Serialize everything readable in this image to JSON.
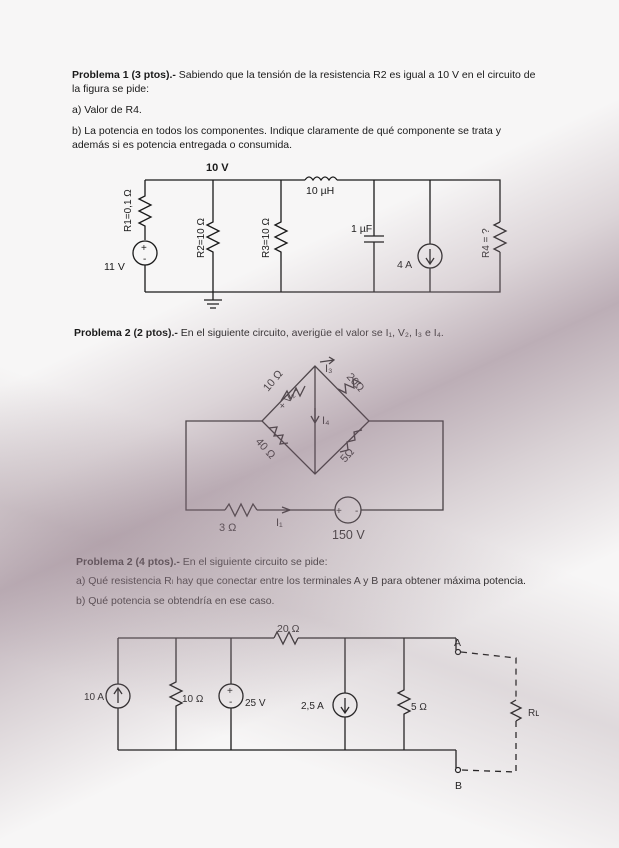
{
  "p1": {
    "title": "Problema 1 (3 ptos).-",
    "statement_1": " Sabiendo que la tensión de la resistencia R2 es igual a 10 V en el circuito de",
    "statement_2": "la figura se pide:",
    "item_a": "a) Valor de R4.",
    "item_b_1": "b) La potencia en todos los componentes. Indique claramente de qué componente se trata y",
    "item_b_2": "además si es potencia entregada o consumida.",
    "labels": {
      "node_v": "10 V",
      "inductor": "10 µH",
      "r1": "R1=0,1 Ω",
      "r2": "R2=10 Ω",
      "r3": "R3=10 Ω",
      "capacitor": "1 µF",
      "current_src": "4 A",
      "r4": "R4 = ?",
      "voltage_src": "11 V"
    }
  },
  "p2": {
    "title": "Problema 2 (2 ptos).-",
    "statement": " En el siguiente circuito, averigüe el valor se I₁, V₂, I₃ e I₄.",
    "labels": {
      "r10": "10 Ω",
      "v2": "+ V₂ -",
      "i3": "I₃",
      "r20": "20Ω",
      "i4": "I₄",
      "r40": "40 Ω",
      "r5": "5Ω",
      "r3": "3 Ω",
      "i1": "I₁",
      "source": "150 V",
      "plus": "+",
      "minus": "-"
    }
  },
  "p3": {
    "title": "Problema 2 (4 ptos).-",
    "statement": " En el siguiente circuito se pide:",
    "item_a": "a) Qué resistencia Rₗ hay que conectar entre los terminales A y B para obtener máxima potencia.",
    "item_b": "b) Qué potencia se obtendría en ese caso.",
    "labels": {
      "r20": "20 Ω",
      "term_a": "A",
      "term_b": "B",
      "i10": "10 A",
      "r10": "10 Ω",
      "v25": "25 V",
      "i25": "2,5 A",
      "r5": "5 Ω",
      "rl": "Rʟ"
    }
  }
}
